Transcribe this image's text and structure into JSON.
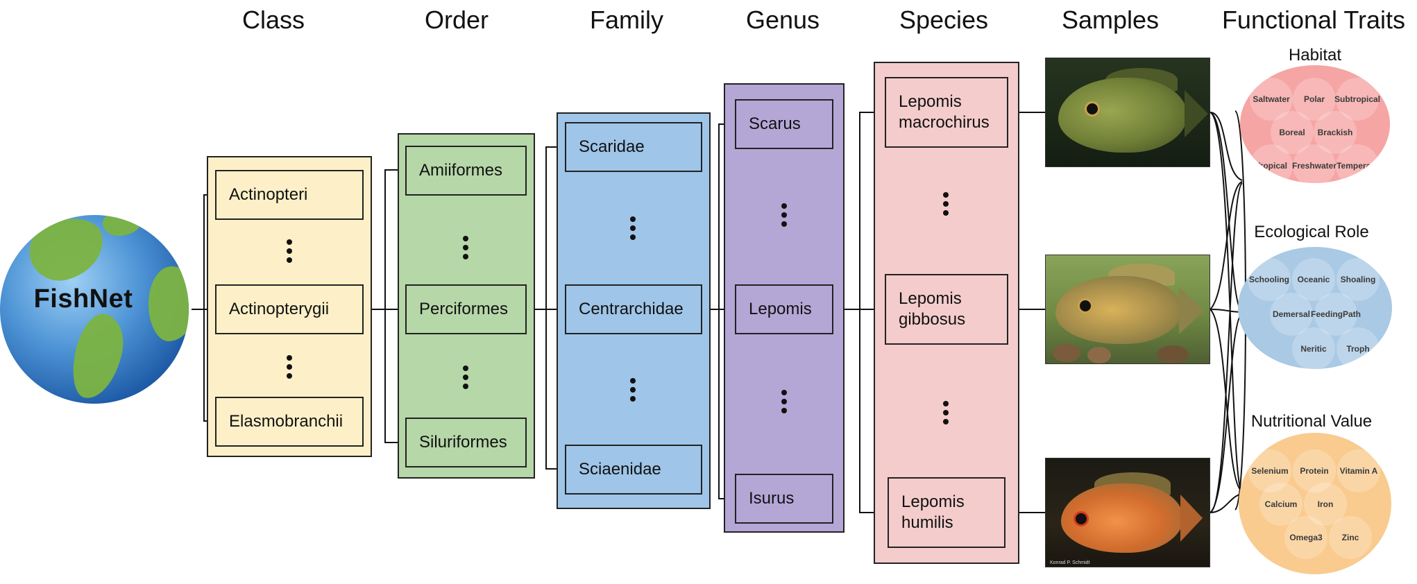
{
  "globe": {
    "label": "FishNet"
  },
  "columns": {
    "class": "Class",
    "order": "Order",
    "family": "Family",
    "genus": "Genus",
    "species": "Species",
    "samples": "Samples",
    "traits": "Functional Traits"
  },
  "class_nodes": [
    "Actinopteri",
    "Actinopterygii",
    "Elasmobranchii"
  ],
  "order_nodes": [
    "Amiiformes",
    "Perciformes",
    "Siluriformes"
  ],
  "family_nodes": [
    "Scaridae",
    "Centrarchidae",
    "Sciaenidae"
  ],
  "genus_nodes": [
    "Scarus",
    "Lepomis",
    "Isurus"
  ],
  "species_nodes": [
    [
      "Lepomis",
      "macrochirus"
    ],
    [
      "Lepomis",
      "gibbosus"
    ],
    [
      "Lepomis",
      "humilis"
    ]
  ],
  "samples": {
    "caption_3": "Konrad P. Schmidt"
  },
  "traits": {
    "habitat": {
      "title": "Habitat",
      "color": "#f5a5a3",
      "items": [
        "Saltwater",
        "Polar",
        "Subtropical",
        "Boreal",
        "Brackish",
        "Tropical",
        "Freshwater",
        "Temperate"
      ]
    },
    "ecological": {
      "title": "Ecological Role",
      "color": "#a9c9e4",
      "items": [
        "Schooling",
        "Oceanic",
        "Shoaling",
        "Demersal",
        "FeedingPath",
        "Neritic",
        "Troph"
      ]
    },
    "nutritional": {
      "title": "Nutritional Value",
      "color": "#f9cb8f",
      "items": [
        "Selenium",
        "Protein",
        "Vitamin A",
        "Calcium",
        "Iron",
        "Omega3",
        "Zinc"
      ]
    }
  },
  "colors": {
    "class_panel": "#fdf0c8",
    "order_panel": "#b6d7a8",
    "family_panel": "#9fc5e8",
    "genus_panel": "#b4a7d6",
    "species_panel": "#f4cccc"
  }
}
